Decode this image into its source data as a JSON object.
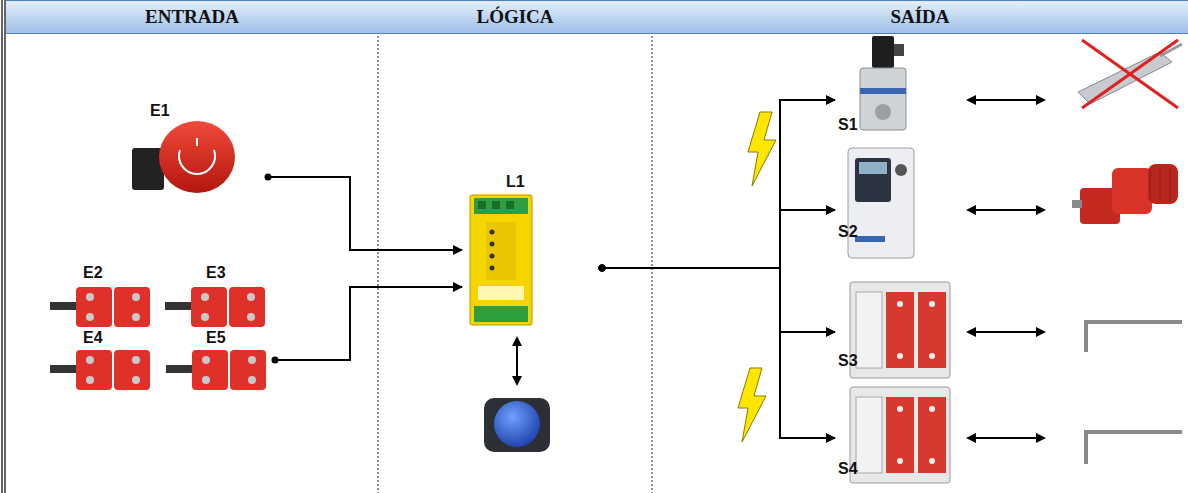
{
  "diagram": {
    "nodes": [
      {
        "text": [
          "ENTRADA"
        ]
      },
      {
        "text": [
          "LÓGICA"
        ]
      },
      {
        "text": [
          "SAÍDA"
        ]
      },
      {
        "text": [
          "E1"
        ]
      },
      {
        "text": [
          "E2"
        ]
      },
      {
        "text": [
          "E3"
        ]
      },
      {
        "text": [
          "E4"
        ]
      },
      {
        "text": [
          "E5"
        ]
      },
      {
        "text": [
          "L1"
        ]
      },
      {
        "text": [
          "S1"
        ]
      },
      {
        "text": [
          "S2"
        ]
      },
      {
        "text": [
          "S3"
        ]
      },
      {
        "text": [
          "S4"
        ]
      }
    ],
    "edges": [
      {
        "from": 3,
        "to": 8,
        "arrow": "to"
      },
      {
        "from": 7,
        "to": 8,
        "arrow": "to"
      },
      {
        "from": 8,
        "to": 9,
        "arrow": "to"
      },
      {
        "from": 8,
        "to": 10,
        "arrow": "to"
      },
      {
        "from": 8,
        "to": 11,
        "arrow": "to"
      },
      {
        "from": 8,
        "to": 12,
        "arrow": "to"
      }
    ]
  }
}
